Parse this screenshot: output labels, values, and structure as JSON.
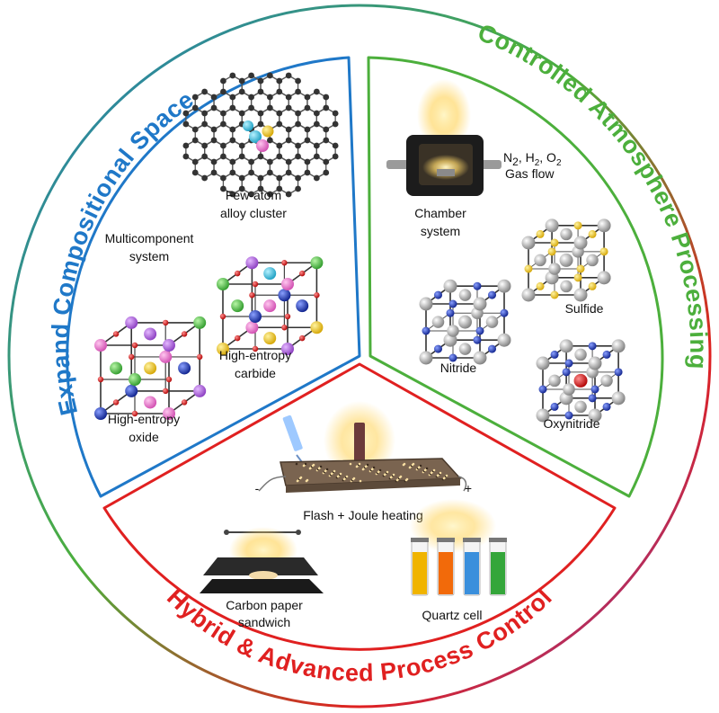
{
  "sections": {
    "composition": {
      "title": "Expand Compositional Space",
      "color": "#1f78c8",
      "labels": {
        "cluster_l1": "Few-atom",
        "cluster_l2": "alloy cluster",
        "multi_l1": "Multicomponent",
        "multi_l2": "system",
        "carbide_l1": "High-entropy",
        "carbide_l2": "carbide",
        "oxide_l1": "High-entropy",
        "oxide_l2": "oxide"
      }
    },
    "atmosphere": {
      "title": "Controlled Atmosphere Processing",
      "color": "#4caf3c",
      "labels": {
        "gas_main": "N",
        "gas_sub1": "2",
        "gas_sep1": ", H",
        "gas_sub2": "2",
        "gas_sep2": ", O",
        "gas_sub3": "2",
        "gas_flow": "Gas flow",
        "chamber_l1": "Chamber",
        "chamber_l2": "system",
        "sulfide": "Sulfide",
        "nitride": "Nitride",
        "oxynitride": "Oxynitride"
      }
    },
    "hybrid": {
      "title": "Hybrid & Advanced Process Control",
      "color": "#e02020",
      "labels": {
        "flash": "Flash + Joule heating",
        "minus": "-",
        "plus": "+",
        "carbon_l1": "Carbon paper",
        "carbon_l2": "sandwich",
        "quartz": "Quartz cell"
      }
    }
  },
  "icons": {
    "graphene": "graphene-cluster-icon",
    "carbide": "carbide-lattice-icon",
    "oxide": "oxide-lattice-icon",
    "chamber": "chamber-icon",
    "sulfide": "sulfide-lattice-icon",
    "nitride": "nitride-lattice-icon",
    "oxynitride": "oxynitride-lattice-icon",
    "flash": "flash-joule-device-icon",
    "carbon": "carbon-paper-icon",
    "quartz": "quartz-cells-icon"
  }
}
